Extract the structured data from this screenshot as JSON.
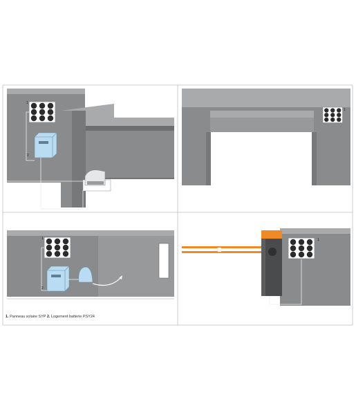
{
  "callouts": {
    "p1_solar": "1",
    "p1_battery": "2",
    "p2_solar": "1",
    "p3_solar": "1",
    "p3_battery": "2",
    "p4_solar": "1"
  },
  "caption": {
    "item1_num": "1.",
    "item1_text": " Panneau solaire SYP ",
    "item2_num": "2.",
    "item2_text": " Logement batterie PSY24"
  },
  "colors": {
    "wall": "#8a8b8d",
    "wall_dark": "#6d6e70",
    "wall_light": "#a9aaac",
    "battery": "#b9dcf2",
    "solar": "#2b2b2b",
    "orange": "#f08a24",
    "frame": "#bfbfbf"
  },
  "icons": [
    "solar-panel-icon",
    "battery-box-icon",
    "gate-motor-icon",
    "barrier-motor-icon"
  ]
}
